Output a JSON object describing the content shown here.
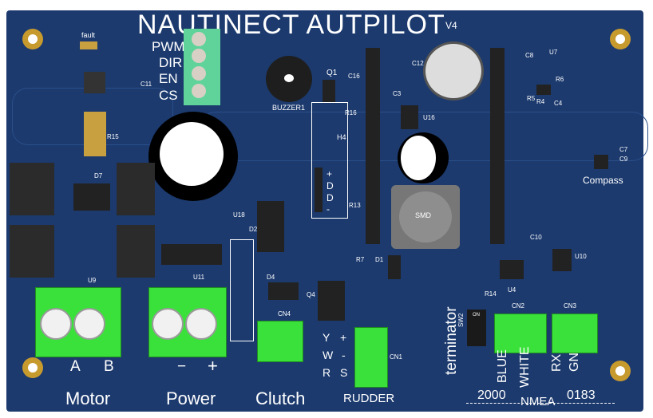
{
  "title": "NAUTINECT AUTPILOT",
  "version": "V4",
  "labels": {
    "fault": "fault",
    "pwm": "PWM",
    "dir": "DIR",
    "en": "EN",
    "cs": "CS",
    "buzzer": "BUZZER1",
    "q1": "Q1",
    "c16": "C16",
    "r16": "R16",
    "c12": "C12",
    "c3": "C3",
    "u16": "U16",
    "h4": "H4",
    "hdr_plus": "+",
    "hdr_d1": "D",
    "hdr_d2": "D",
    "hdr_minus": "-",
    "r13": "R13",
    "u18": "U18",
    "d2": "D2",
    "r7": "R7",
    "d1": "D1",
    "d7": "D7",
    "r15": "R15",
    "c11": "C11",
    "c8": "C8",
    "u7": "U7",
    "r6": "R6",
    "r5": "R5",
    "r4": "R4",
    "c4": "C4",
    "c7": "C7",
    "c9": "C9",
    "compass": "Compass",
    "c10": "C10",
    "u10": "U10",
    "u4": "U4",
    "r14": "R14",
    "sw2": "SW2",
    "sw_on": "ON",
    "cn2": "CN2",
    "cn3": "CN3",
    "terminator": "terminator",
    "blue": "BLUE",
    "white": "WHITE",
    "rx": "RX",
    "gn": "GN",
    "nmea2000": "2000",
    "nmea": "NMEA",
    "nmea0183": "0183",
    "a": "A",
    "b": "B",
    "motor": "Motor",
    "power": "Power",
    "minus": "−",
    "plus": "+",
    "clutch": "Clutch",
    "cn4": "CN4",
    "d4": "D4",
    "q4": "Q4",
    "u11": "U11",
    "u9": "U9",
    "y": "Y",
    "w": "W",
    "r": "R",
    "r_plus": "+",
    "r_minus": "-",
    "r_s": "S",
    "rudder": "RUDDER",
    "cn1": "CN1",
    "smd": "SMD"
  }
}
